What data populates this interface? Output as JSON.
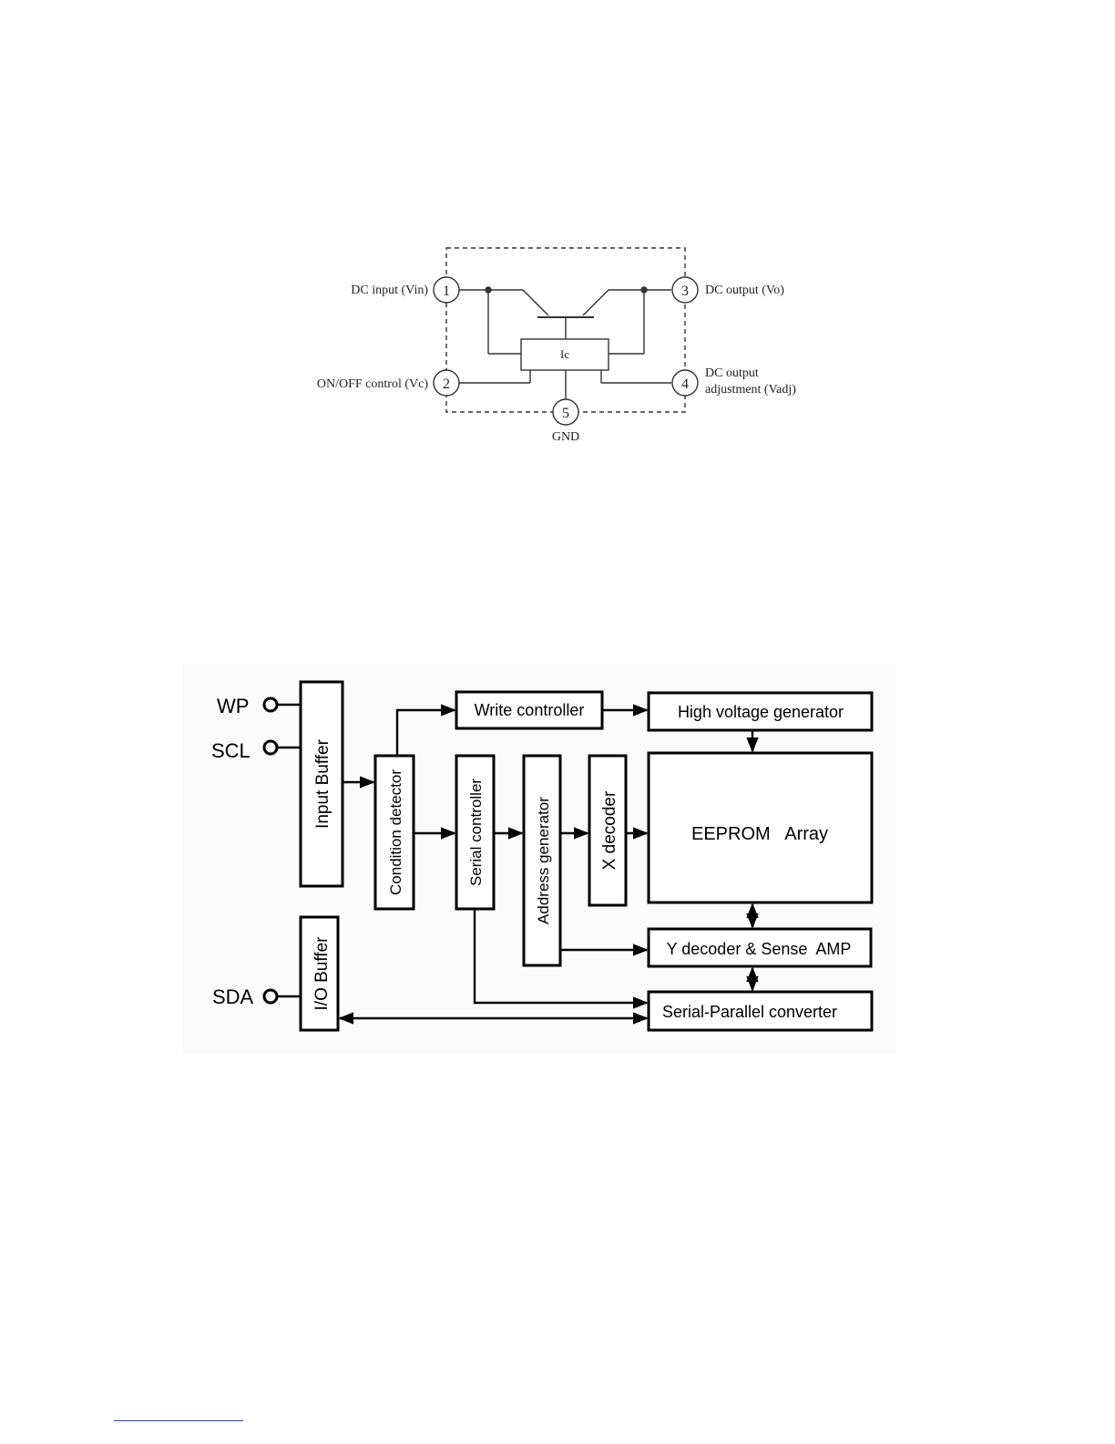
{
  "circuit": {
    "pins": [
      {
        "num": "1",
        "label": "DC input (Vin)"
      },
      {
        "num": "2",
        "label": "ON/OFF control (Vc)"
      },
      {
        "num": "3",
        "label": "DC output (Vo)"
      },
      {
        "num": "4",
        "label_line1": "DC output",
        "label_line2": "adjustment (Vadj)"
      },
      {
        "num": "5",
        "label": "GND"
      }
    ],
    "ic_label": "Ic"
  },
  "block_diagram": {
    "pins": {
      "wp": "WP",
      "scl": "SCL",
      "sda": "SDA"
    },
    "blocks": {
      "input_buffer": "Input Buffer",
      "io_buffer": "I/O Buffer",
      "condition_detector": "Condition detector",
      "write_controller": "Write controller",
      "high_voltage_generator": "High voltage generator",
      "serial_controller": "Serial controller",
      "address_generator": "Address generator",
      "x_decoder": "X decoder",
      "eeprom_array": "EEPROM   Array",
      "y_decoder": "Y decoder & Sense  AMP",
      "serial_parallel": "Serial-Parallel converter"
    }
  }
}
